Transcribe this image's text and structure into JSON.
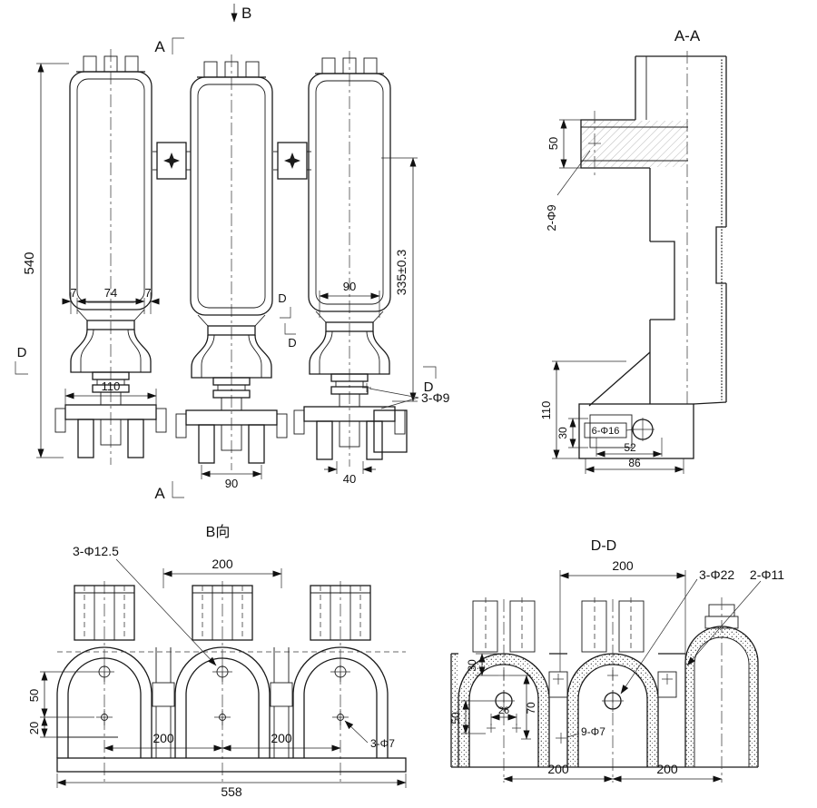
{
  "drawing": {
    "background": "#ffffff",
    "line_color": "#1b1b1b",
    "front": {
      "arrow_b": "B",
      "section_a_top": "A",
      "section_a_bottom": "A",
      "section_d_left": "D",
      "section_d_mid_upper": "D",
      "section_d_mid_lower": "D",
      "section_d_right": "D",
      "dim_height": "540",
      "dim_7_left": "7",
      "dim_74": "74",
      "dim_7_right": "7",
      "dim_90_upper": "90",
      "dim_335": "335±0.3",
      "dim_110": "110",
      "dim_90_lower": "90",
      "dim_40": "40",
      "label_3_phi9": "3-Φ9"
    },
    "section_aa": {
      "title": "A-A",
      "dim_50": "50",
      "label_2_phi9": "2-Φ9",
      "dim_110": "110",
      "dim_30": "30",
      "label_6_phi16": "6-Φ16",
      "dim_52": "52",
      "dim_86": "86"
    },
    "view_b": {
      "title": "B向",
      "label_3_phi12_5": "3-Φ12.5",
      "dim_200_top": "200",
      "dim_50": "50",
      "dim_20": "20",
      "dim_200_left": "200",
      "dim_200_right": "200",
      "dim_558": "558",
      "label_3_phi7": "3-Φ7"
    },
    "section_dd": {
      "title": "D-D",
      "dim_200_top": "200",
      "label_3_phi22": "3-Φ22",
      "label_2_phi11": "2-Φ11",
      "dim_30": "30",
      "dim_50": "50",
      "dim_26": "26",
      "dim_70": "70",
      "label_9_phi7": "9-Φ7",
      "dim_200_left": "200",
      "dim_200_right": "200"
    }
  }
}
